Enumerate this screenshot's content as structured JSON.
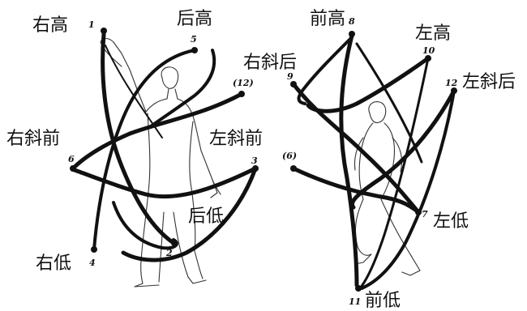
{
  "labels": {
    "left_figure": {
      "right_high": "右高",
      "back_high": "后高",
      "right_diag_front": "右斜前",
      "left_diag_front": "左斜前",
      "back_low": "后低",
      "right_low": "右低"
    },
    "right_figure": {
      "front_high": "前高",
      "left_high": "左高",
      "right_diag_back": "右斜后",
      "left_diag_back": "左斜后",
      "left_low": "左低",
      "front_low": "前低"
    }
  },
  "points": {
    "left_figure": {
      "p1": "1",
      "p5": "5",
      "p12": "(12)",
      "p6": "6",
      "p3": "3",
      "p2": "2",
      "p4": "4"
    },
    "right_figure": {
      "p8": "8",
      "p10": "10",
      "p9": "9",
      "p12": "12",
      "p6": "(6)",
      "p7": "7",
      "p11": "11"
    }
  }
}
